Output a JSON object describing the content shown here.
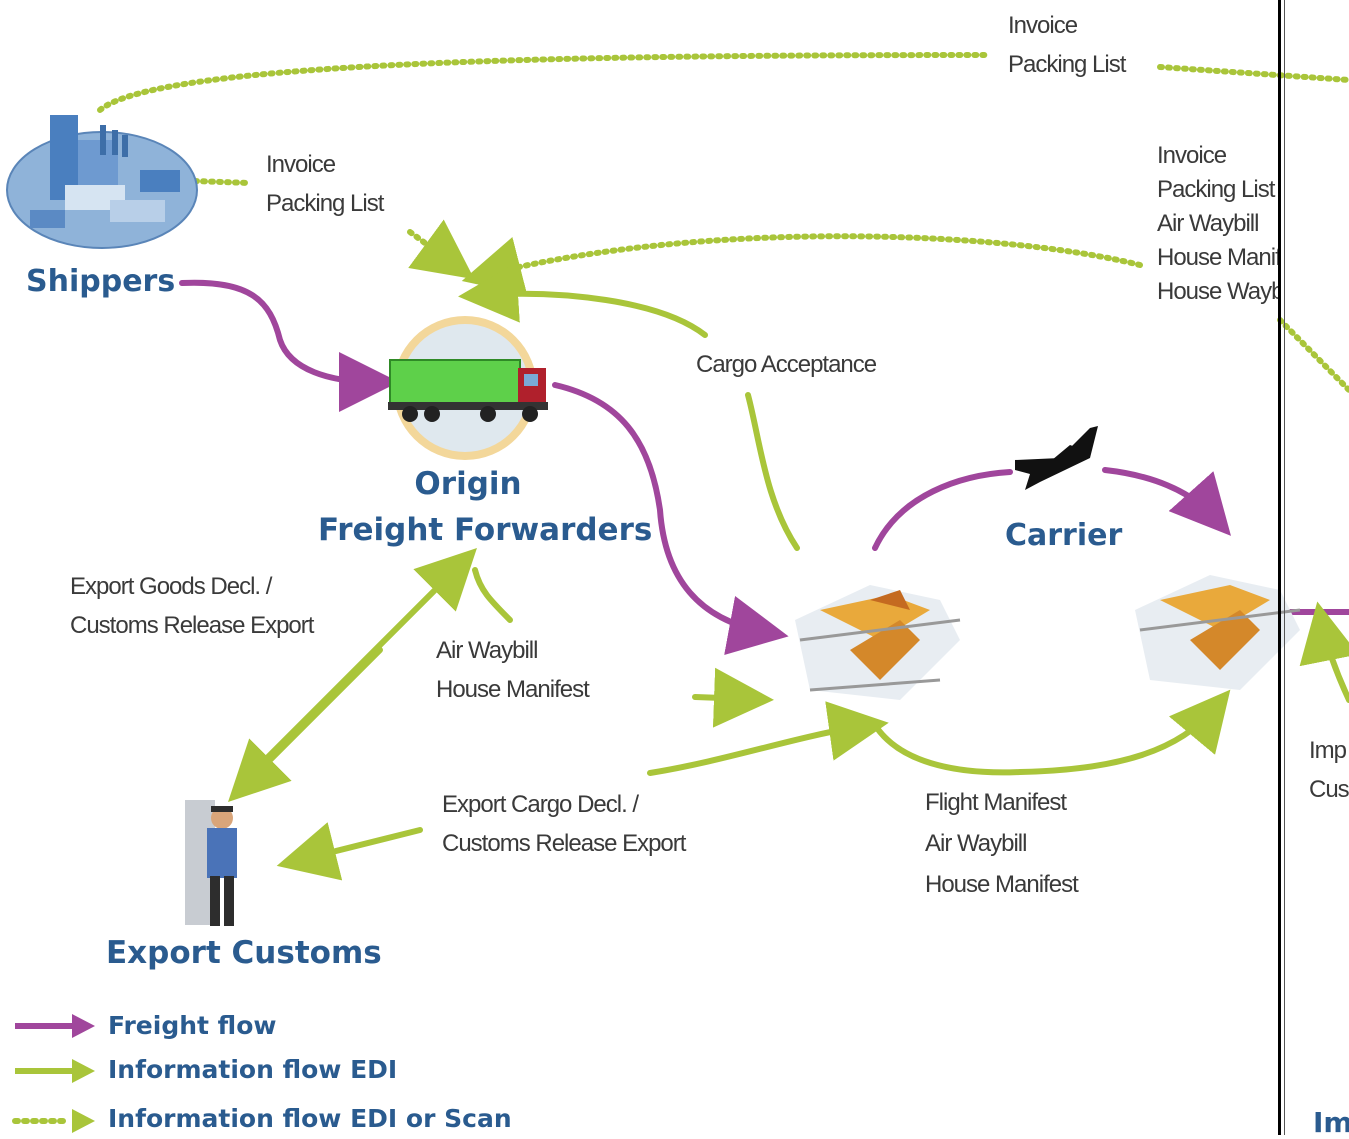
{
  "nodes": {
    "shippers": "Shippers",
    "origin_line1": "Origin",
    "origin_line2": "Freight Forwarders",
    "carrier": "Carrier",
    "export_customs": "Export Customs"
  },
  "labels": {
    "top_invoice": [
      "Invoice",
      "Packing List"
    ],
    "shipper_invoice": [
      "Invoice",
      "Packing List"
    ],
    "right_docs": [
      "Invoice",
      "Packing List",
      "Air Waybill",
      "House Manifest",
      "House Waybill"
    ],
    "cargo_acceptance": "Cargo Acceptance",
    "export_goods": [
      "Export Goods Decl.  /",
      "Customs Release Export"
    ],
    "air_waybill": [
      "Air Waybill",
      "House Manifest"
    ],
    "export_cargo": [
      "Export Cargo Decl.  /",
      "Customs Release Export"
    ],
    "flight_manifest": [
      "Flight Manifest",
      "Air Waybill",
      "House Manifest"
    ],
    "cut_right": [
      "Imp",
      "Cus"
    ],
    "cut_bottom": "Im"
  },
  "legend": {
    "freight": "Freight flow",
    "info_edi": "Information flow EDI",
    "info_scan": "Information flow EDI or Scan"
  },
  "colors": {
    "freight": "#a0469c",
    "info": "#a9c53a",
    "title": "#2a5b8f"
  },
  "icons": [
    "factory-icon",
    "truck-icon",
    "airplane-icon",
    "airport-terminal-icon",
    "customs-officer-icon"
  ]
}
